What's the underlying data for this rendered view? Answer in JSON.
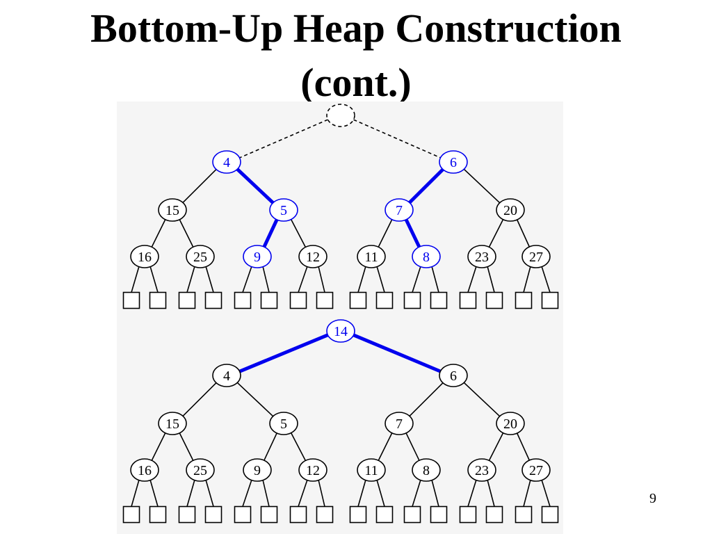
{
  "slide": {
    "title_line1": "Bottom-Up Heap Construction",
    "title_line2": "(cont.)",
    "page_number": "9"
  },
  "colors": {
    "highlight": "#0000ee",
    "normal": "#000000",
    "background_panel": "#f5f5f5"
  },
  "panels": [
    {
      "root": {
        "label": "",
        "style": "dashed"
      },
      "nodes": [
        {
          "label": "4",
          "highlight": true
        },
        {
          "label": "6",
          "highlight": true
        },
        {
          "label": "15",
          "highlight": false
        },
        {
          "label": "5",
          "highlight": true
        },
        {
          "label": "7",
          "highlight": true
        },
        {
          "label": "20",
          "highlight": false
        },
        {
          "label": "16",
          "highlight": false
        },
        {
          "label": "25",
          "highlight": false
        },
        {
          "label": "9",
          "highlight": true
        },
        {
          "label": "12",
          "highlight": false
        },
        {
          "label": "11",
          "highlight": false
        },
        {
          "label": "8",
          "highlight": true
        },
        {
          "label": "23",
          "highlight": false
        },
        {
          "label": "27",
          "highlight": false
        }
      ],
      "highlight_edges": [
        [
          "4",
          "5"
        ],
        [
          "5",
          "9"
        ],
        [
          "6",
          "7"
        ],
        [
          "7",
          "8"
        ]
      ]
    },
    {
      "root": {
        "label": "14",
        "style": "highlight"
      },
      "nodes": [
        {
          "label": "4",
          "highlight": false
        },
        {
          "label": "6",
          "highlight": false
        },
        {
          "label": "15",
          "highlight": false
        },
        {
          "label": "5",
          "highlight": false
        },
        {
          "label": "7",
          "highlight": false
        },
        {
          "label": "20",
          "highlight": false
        },
        {
          "label": "16",
          "highlight": false
        },
        {
          "label": "25",
          "highlight": false
        },
        {
          "label": "9",
          "highlight": false
        },
        {
          "label": "12",
          "highlight": false
        },
        {
          "label": "11",
          "highlight": false
        },
        {
          "label": "8",
          "highlight": false
        },
        {
          "label": "23",
          "highlight": false
        },
        {
          "label": "27",
          "highlight": false
        }
      ],
      "highlight_edges": [
        [
          "14",
          "4"
        ],
        [
          "14",
          "6"
        ]
      ]
    }
  ]
}
